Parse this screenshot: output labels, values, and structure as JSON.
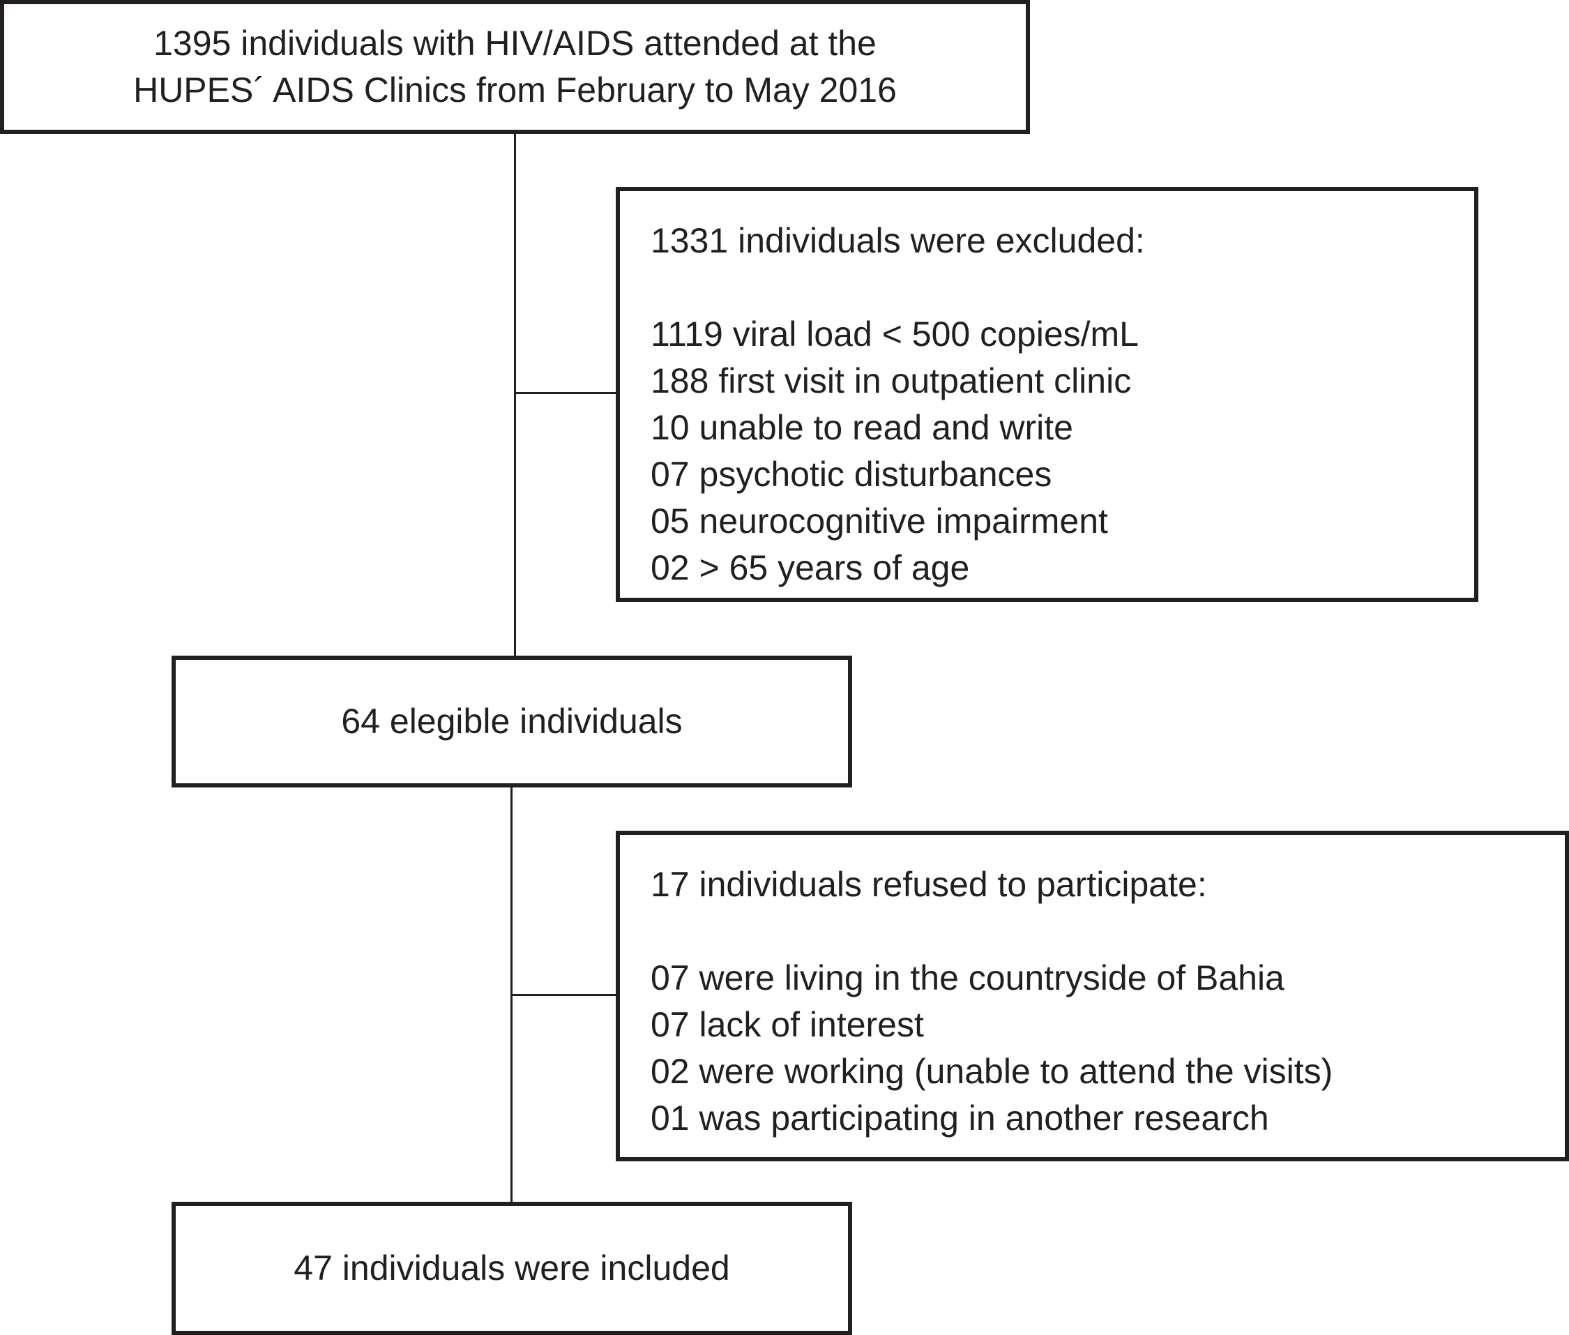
{
  "start": {
    "lines": [
      "1395 individuals with HIV/AIDS attended at the",
      "HUPES´ AIDS Clinics from February to May 2016"
    ]
  },
  "excluded": {
    "title": "1331 individuals were excluded:",
    "items": [
      "1119 viral load < 500 copies/mL",
      "188 first visit in outpatient clinic",
      "10 unable to read and write",
      "07 psychotic disturbances",
      "05 neurocognitive impairment",
      "02 > 65 years of age"
    ]
  },
  "eligible": {
    "text": "64 elegible individuals"
  },
  "refused": {
    "title": "17 individuals refused to participate:",
    "items": [
      "07 were living in the countryside of Bahia",
      "07 lack of interest",
      "02 were working (unable to attend the visits)",
      "01 was participating in another research"
    ]
  },
  "included": {
    "text": "47 individuals were included"
  }
}
